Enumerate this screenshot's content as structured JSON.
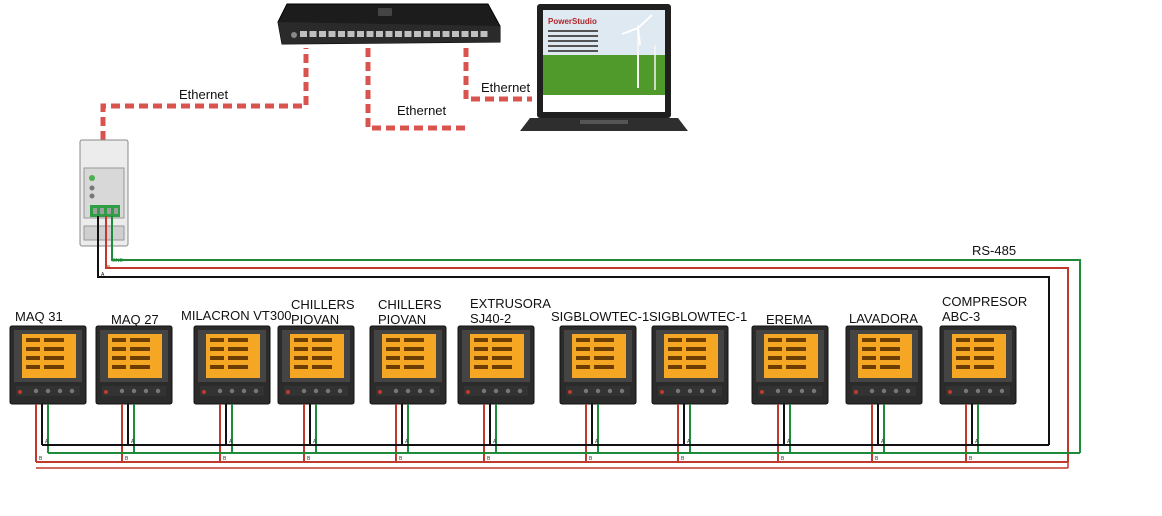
{
  "network": {
    "ethernet_labels": [
      "Ethernet",
      "Ethernet",
      "Ethernet"
    ],
    "bus_label": "RS-485",
    "gateway_terminal_labels": [
      "GND",
      "B",
      "A"
    ],
    "laptop_screen": {
      "title": "PowerStudio"
    }
  },
  "meters": [
    {
      "lines": [
        "MAQ 31"
      ]
    },
    {
      "lines": [
        "MAQ 27"
      ]
    },
    {
      "lines": [
        "MILACRON VT300"
      ]
    },
    {
      "lines": [
        "CHILLERS",
        "PIOVAN"
      ]
    },
    {
      "lines": [
        "CHILLERS",
        "PIOVAN"
      ]
    },
    {
      "lines": [
        "EXTRUSORA",
        "SJ40-2"
      ]
    },
    {
      "lines": [
        "SIGBLOWTEC-1"
      ]
    },
    {
      "lines": [
        "SIGBLOWTEC-1"
      ]
    },
    {
      "lines": [
        "EREMA"
      ]
    },
    {
      "lines": [
        "LAVADORA"
      ]
    },
    {
      "lines": [
        "COMPRESOR",
        "ABC-3"
      ]
    }
  ],
  "colors": {
    "ethernet_dash": "#d9534f",
    "wire_a": "#111111",
    "wire_b": "#c0392b",
    "wire_gnd": "#1e8a3a",
    "meter_screen": "#f5a623",
    "meter_body": "#2b2b2b"
  }
}
